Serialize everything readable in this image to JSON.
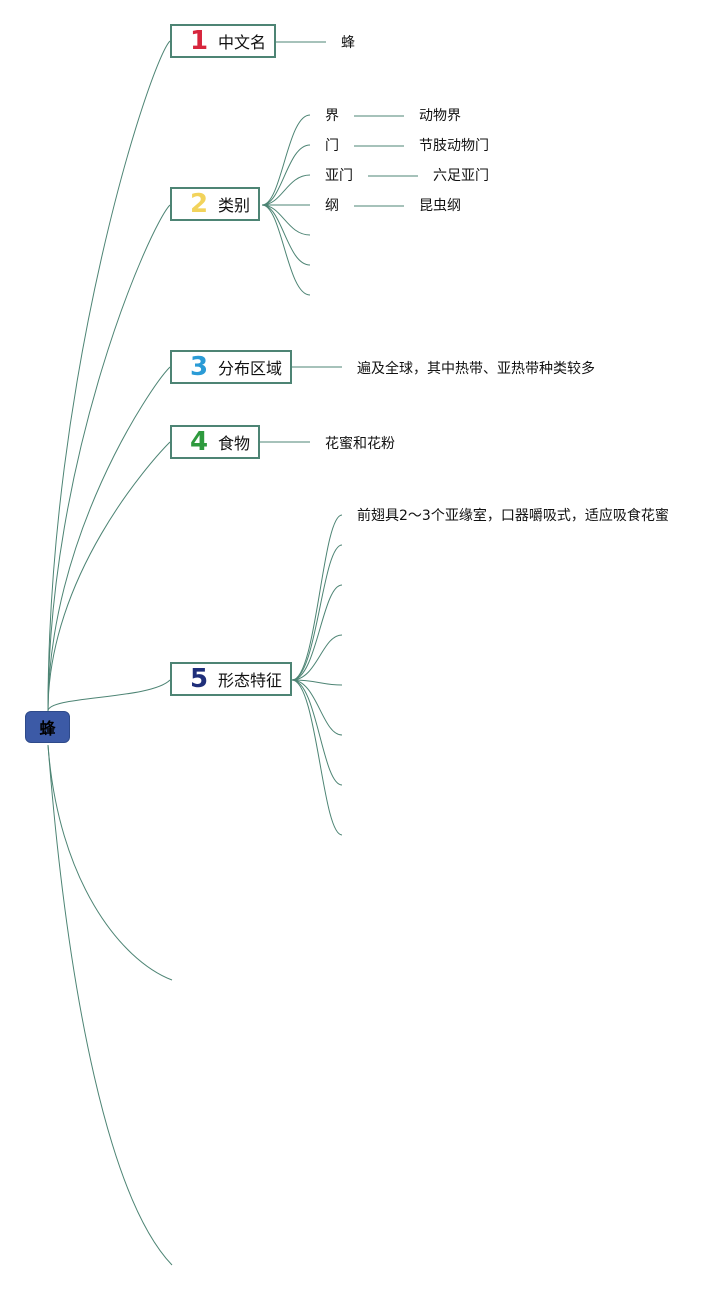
{
  "root": {
    "label": "蜂"
  },
  "colors": {
    "line": "#4d8474",
    "root_fill": "#3c5aa6",
    "n1": "#d7263d",
    "n2": "#f2d35b",
    "n3": "#2a9bd6",
    "n4": "#2e9a3e",
    "n5": "#1f2f7a"
  },
  "topics": [
    {
      "num": "1",
      "label": "中文名",
      "leaf": "蜂"
    },
    {
      "num": "2",
      "label": "类别",
      "pairs": [
        {
          "key": "界",
          "value": "动物界"
        },
        {
          "key": "门",
          "value": "节肢动物门"
        },
        {
          "key": "亚门",
          "value": "六足亚门"
        },
        {
          "key": "纲",
          "value": "昆虫纲"
        }
      ]
    },
    {
      "num": "3",
      "label": "分布区域",
      "leaf": "遍及全球，其中热带、亚热带种类较多"
    },
    {
      "num": "4",
      "label": "食物",
      "leaf": "花蜜和花粉"
    },
    {
      "num": "5",
      "label": "形态特征",
      "leaf": "前翅具2～3个亚缘室，口器嚼吸式，适应吸食花蜜"
    }
  ]
}
